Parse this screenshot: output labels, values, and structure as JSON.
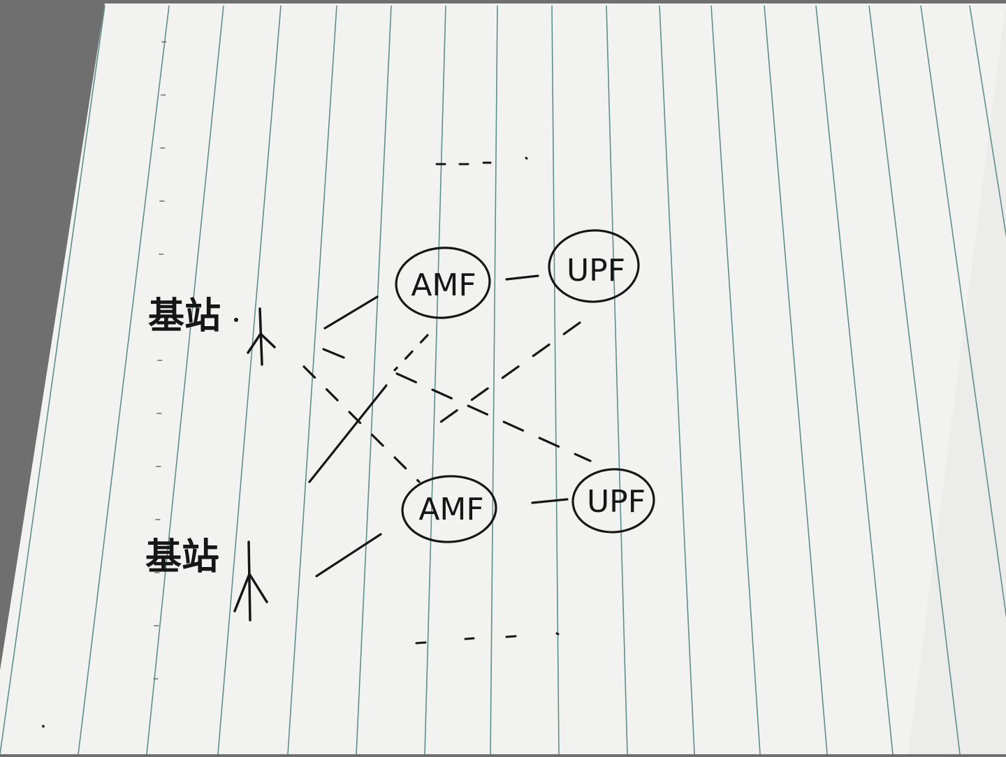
{
  "diagram": {
    "nodes": {
      "amf_top": {
        "label": "AMF"
      },
      "upf_top": {
        "label": "UPF"
      },
      "amf_bottom": {
        "label": "AMF"
      },
      "upf_bottom": {
        "label": "UPF"
      }
    },
    "stations": {
      "top": {
        "label": "基站"
      },
      "bottom": {
        "label": "基站"
      }
    },
    "ellipsis_top": ". . . .",
    "ellipsis_bottom": ". . . ."
  },
  "colors": {
    "paper": "#f2f2f1",
    "rule_line": "#5f8e8a",
    "ink": "#161616"
  }
}
